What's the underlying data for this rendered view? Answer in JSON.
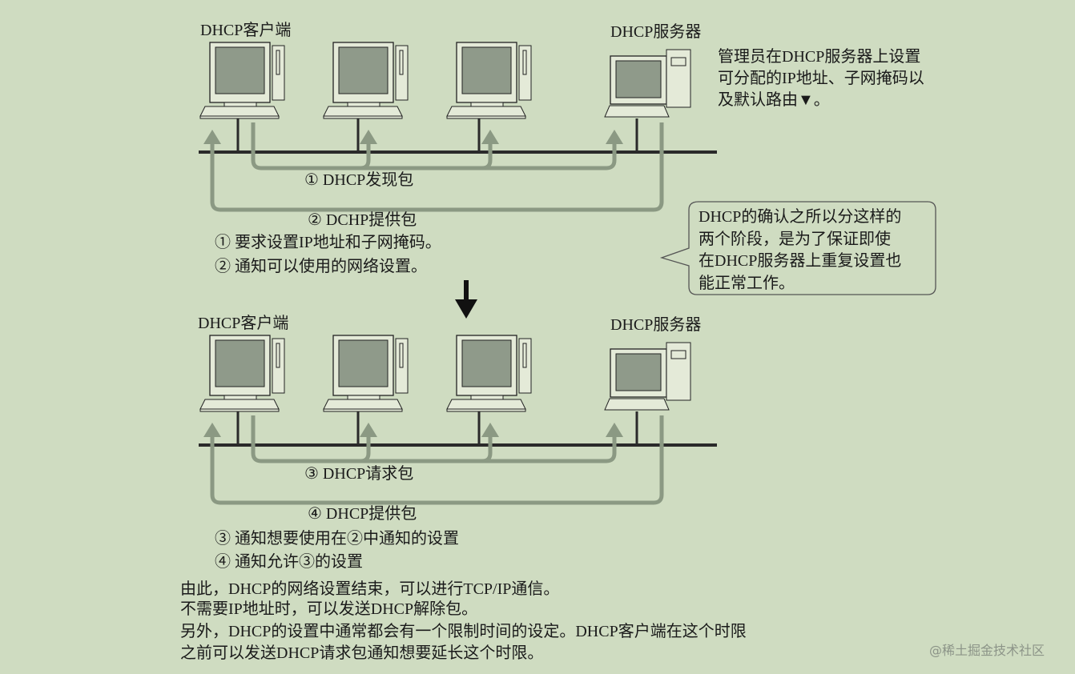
{
  "top": {
    "client_label": "DHCP客户端",
    "server_label": "DHCP服务器",
    "packet1": "① DHCP发现包",
    "packet2": "② DCHP提供包",
    "step1": "① 要求设置IP地址和子网掩码。",
    "step2": "② 通知可以使用的网络设置。"
  },
  "server_note": [
    "管理员在DHCP服务器上设置",
    "可分配的IP地址、子网掩码以",
    "及默认路由▼。"
  ],
  "callout": [
    "DHCP的确认之所以分这样的",
    "两个阶段，是为了保证即使",
    "在DHCP服务器上重复设置也",
    "能正常工作。"
  ],
  "bottom": {
    "client_label": "DHCP客户端",
    "server_label": "DHCP服务器",
    "packet3": "③ DHCP请求包",
    "packet4": "④ DHCP提供包",
    "step3": "③ 通知想要使用在②中通知的设置",
    "step4": "④ 通知允许③的设置"
  },
  "summary": [
    "由此，DHCP的网络设置结束，可以进行TCP/IP通信。",
    "不需要IP地址时，可以发送DHCP解除包。",
    "另外，DHCP的设置中通常都会有一个限制时间的设定。DHCP客户端在这个时限",
    "之前可以发送DHCP请求包通知想要延长这个时限。"
  ],
  "watermark": "@稀土掘金技术社区",
  "colors": {
    "background": "#cfdcc1",
    "arrow": "#8b9983",
    "bus": "#2a2a2a",
    "screen": "#8f9a8a"
  }
}
